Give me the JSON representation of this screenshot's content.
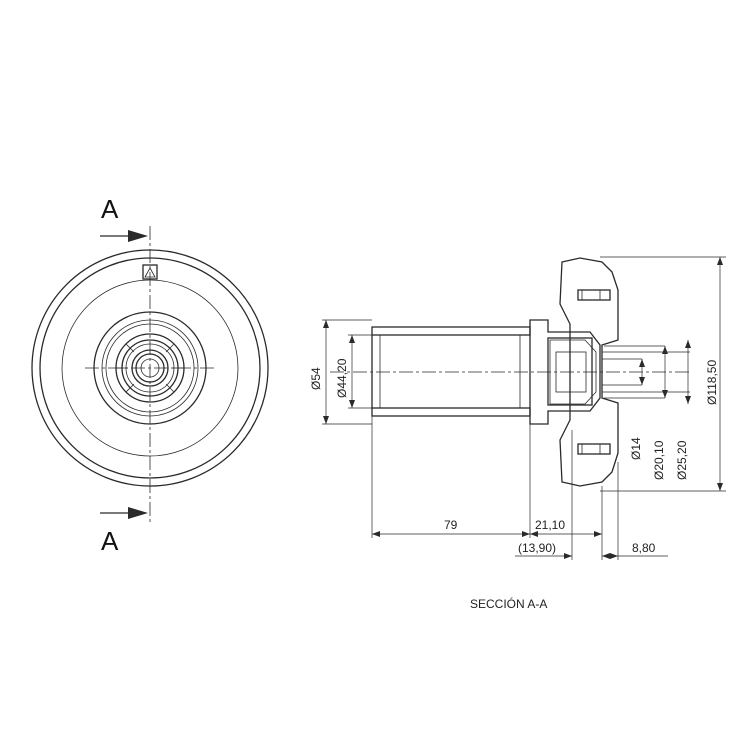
{
  "front_view": {
    "section_letter_top": "A",
    "section_letter_bottom": "A"
  },
  "section_view": {
    "caption": "SECCIÓN A-A",
    "dimensions": {
      "dia_outer_tube": "Ø54",
      "dia_inner_tube": "Ø44,20",
      "dia_flange": "Ø118,50",
      "dia_14": "Ø14",
      "dia_20": "Ø20,10",
      "dia_25": "Ø25,20",
      "length_tube": "79",
      "length_body": "21,10",
      "length_ref": "(13,90)",
      "length_flange": "8,80"
    }
  },
  "colors": {
    "line": "#2a2a2a",
    "background": "#ffffff"
  }
}
